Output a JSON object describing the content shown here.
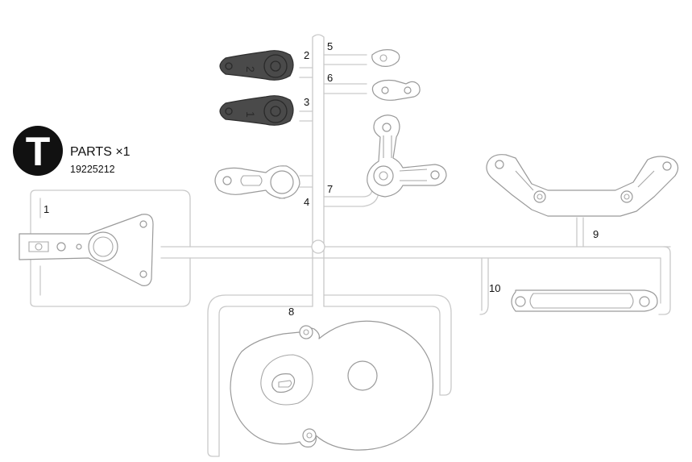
{
  "badge": {
    "letter": "T",
    "color": "#111111"
  },
  "header": {
    "parts_label": "PARTS ×1",
    "part_number": "19225212"
  },
  "labels": {
    "p1": "1",
    "p2": "2",
    "p3": "3",
    "p4": "4",
    "p5": "5",
    "p6": "6",
    "p7": "7",
    "p8": "8",
    "p9": "9",
    "p10": "10"
  },
  "molded_marks": {
    "p2": "2",
    "p3": "1"
  },
  "colors": {
    "runner": "#c9c9c9",
    "outline": "#9a9a9a",
    "dark_part": "#4a4a4a"
  }
}
